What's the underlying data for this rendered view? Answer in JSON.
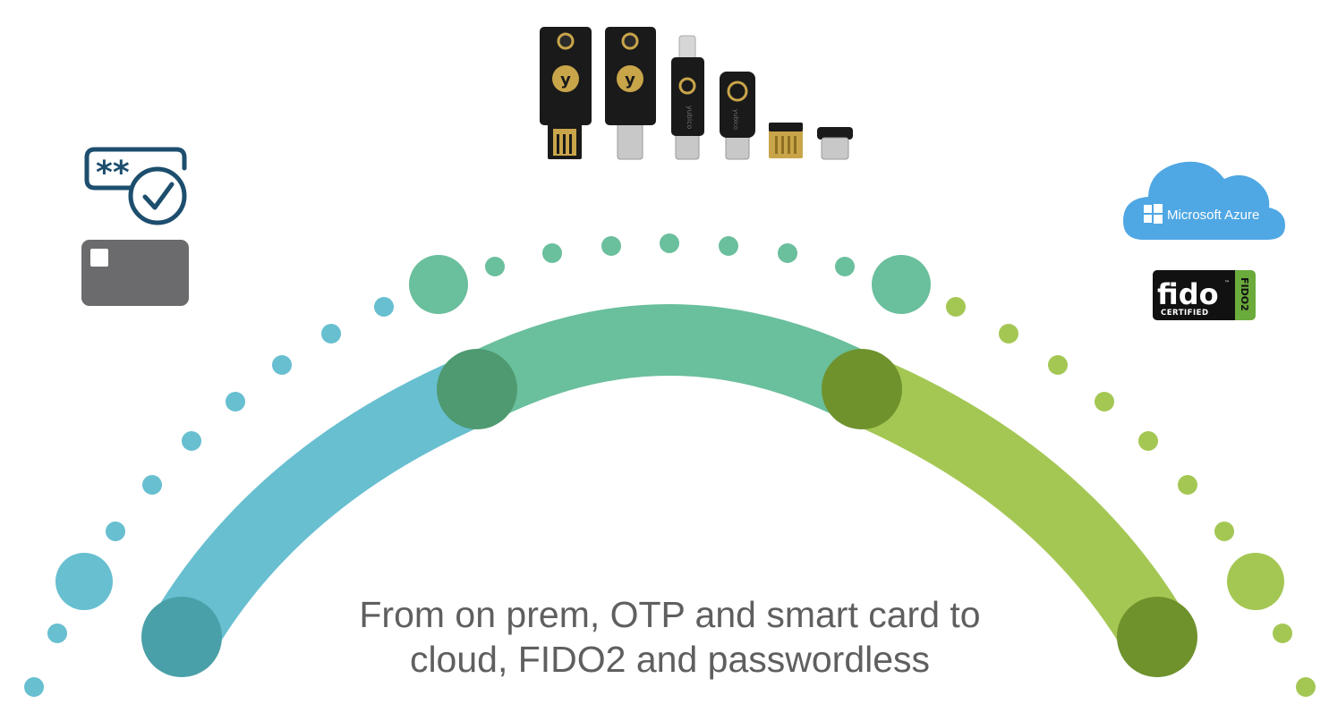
{
  "caption": {
    "line1": "From on prem, OTP and smart card to",
    "line2": "cloud, FIDO2 and passwordless"
  },
  "password_icon": {
    "glyph": "**"
  },
  "azure": {
    "label": "Microsoft Azure"
  },
  "fido": {
    "word": "fido",
    "sub": "CERTIFIED",
    "side": "FIDO2",
    "tm": "™"
  },
  "key_logo": {
    "letter": "y"
  },
  "key_brand": {
    "text": "yubico"
  },
  "colors": {
    "blue": "#67bfd0",
    "teal": "#6abf9c",
    "green": "#a4c754",
    "blue_dark": "#4aa0a8",
    "teal_dark": "#4f9a70",
    "green_dark": "#6f922d",
    "dot_blue": "#67bfd0",
    "dot_teal": "#6abf9c",
    "dot_green": "#a4c754",
    "icon_navy": "#1d4e6e",
    "card_gray": "#6b6b6d",
    "cloud_blue": "#4fa7e4",
    "key_black": "#1a1a1a",
    "key_gold": "#c9a54a"
  }
}
